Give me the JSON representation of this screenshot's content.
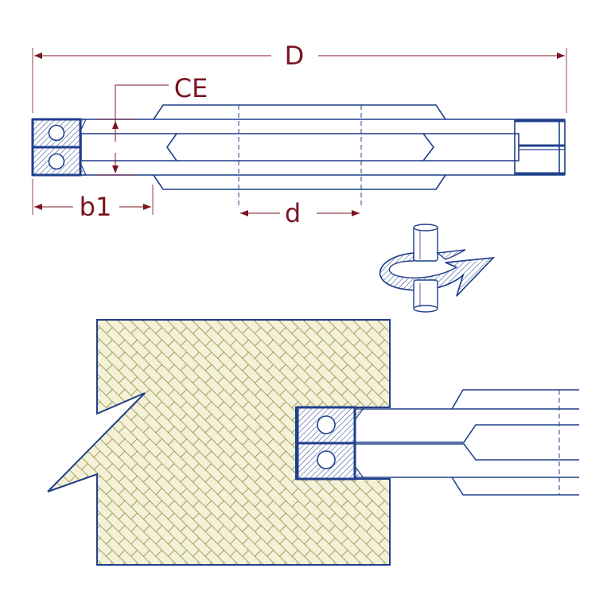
{
  "labels": {
    "overall_length": "D",
    "cutting_edge": "CE",
    "cutter_width": "b1",
    "bore": "d"
  },
  "colors": {
    "outline": "#1f3f8c",
    "dimension": "#7a1420",
    "fill": "#ffffff",
    "hatch": "#1f3f8c",
    "wood_fill": "#f4f1d8",
    "wood_pattern": "#8a8a3a",
    "arrow_fill": "#dfe8f3"
  },
  "icons": {
    "rotation": "rotation-direction-icon"
  }
}
